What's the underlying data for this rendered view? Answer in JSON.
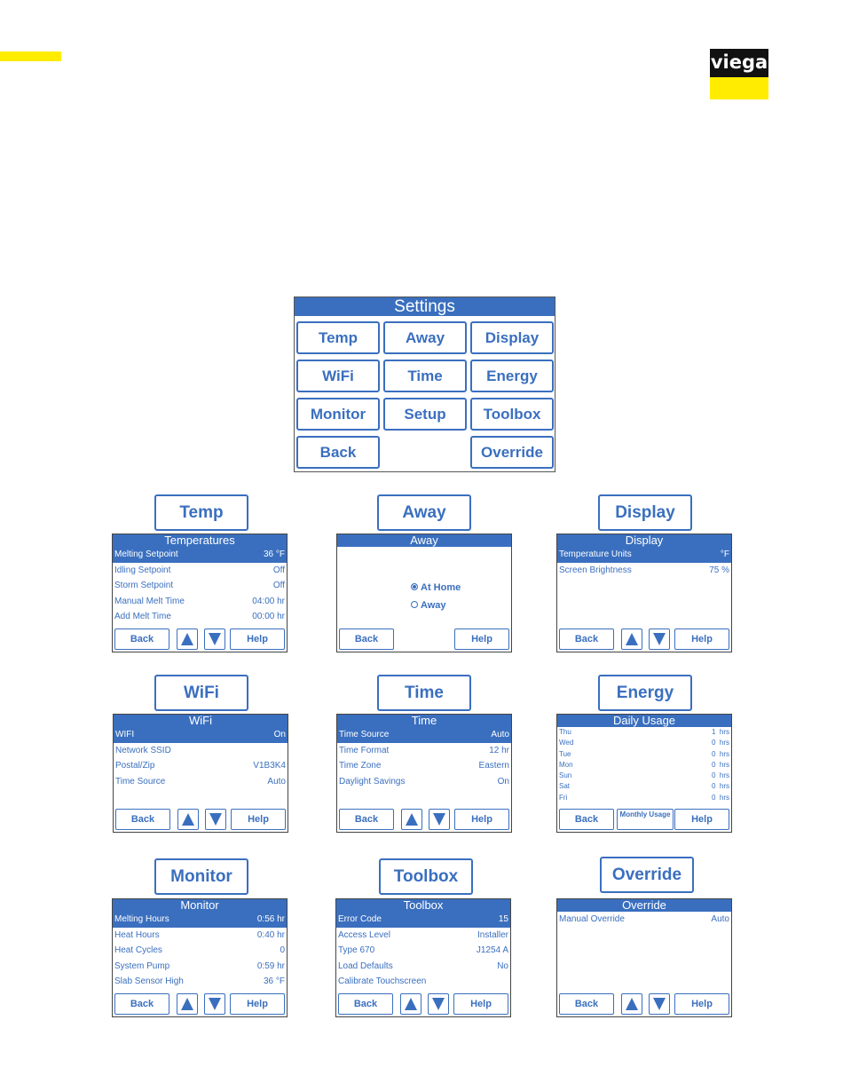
{
  "brand": {
    "logo_text": "viega",
    "accent": "#ffec00",
    "primary": "#3a6fbf"
  },
  "settings": {
    "title": "Settings",
    "buttons": [
      "Temp",
      "Away",
      "Display",
      "WiFi",
      "Time",
      "Energy",
      "Monitor",
      "Setup",
      "Toolbox",
      "Back",
      "Override"
    ]
  },
  "labels": {
    "temp": "Temp",
    "away": "Away",
    "display": "Display",
    "wifi": "WiFi",
    "time": "Time",
    "energy": "Energy",
    "monitor": "Monitor",
    "toolbox": "Toolbox",
    "override": "Override"
  },
  "common": {
    "back": "Back",
    "help": "Help",
    "monthly": "Monthly Usage"
  },
  "temp_screen": {
    "title": "Temperatures",
    "rows": [
      {
        "label": "Melting Setpoint",
        "value": "36 °F"
      },
      {
        "label": "Idling Setpoint",
        "value": "Off"
      },
      {
        "label": "Storm Setpoint",
        "value": "Off"
      },
      {
        "label": "Manual Melt Time",
        "value": "04:00 hr"
      },
      {
        "label": "Add Melt Time",
        "value": "00:00 hr"
      }
    ]
  },
  "away_screen": {
    "title": "Away",
    "option1": "At Home",
    "option2": "Away"
  },
  "display_screen": {
    "title": "Display",
    "rows": [
      {
        "label": "Temperature Units",
        "value": "°F"
      },
      {
        "label": "Screen Brightness",
        "value": "75 %"
      }
    ]
  },
  "wifi_screen": {
    "title": "WiFi",
    "rows": [
      {
        "label": "WIFI",
        "value": "On"
      },
      {
        "label": "Network SSID",
        "value": ""
      },
      {
        "label": "Postal/Zip",
        "value": "V1B3K4"
      },
      {
        "label": "Time Source",
        "value": "Auto"
      }
    ]
  },
  "time_screen": {
    "title": "Time",
    "rows": [
      {
        "label": "Time Source",
        "value": "Auto"
      },
      {
        "label": "Time Format",
        "value": "12 hr"
      },
      {
        "label": "Time Zone",
        "value": "Eastern"
      },
      {
        "label": "Daylight Savings",
        "value": "On"
      }
    ]
  },
  "energy_screen": {
    "title": "Daily Usage",
    "rows": [
      {
        "label": "Thu",
        "value": "1",
        "unit": "hrs"
      },
      {
        "label": "Wed",
        "value": "0",
        "unit": "hrs"
      },
      {
        "label": "Tue",
        "value": "0",
        "unit": "hrs"
      },
      {
        "label": "Mon",
        "value": "0",
        "unit": "hrs"
      },
      {
        "label": "Sun",
        "value": "0",
        "unit": "hrs"
      },
      {
        "label": "Sat",
        "value": "0",
        "unit": "hrs"
      },
      {
        "label": "Fri",
        "value": "0",
        "unit": "hrs"
      }
    ]
  },
  "monitor_screen": {
    "title": "Monitor",
    "rows": [
      {
        "label": "Melting Hours",
        "value": "0:56 hr"
      },
      {
        "label": "Heat Hours",
        "value": "0:40 hr"
      },
      {
        "label": "Heat Cycles",
        "value": "0"
      },
      {
        "label": "System Pump",
        "value": "0:59 hr"
      },
      {
        "label": "Slab Sensor High",
        "value": "36 °F"
      }
    ]
  },
  "toolbox_screen": {
    "title": "Toolbox",
    "rows": [
      {
        "label": "Error Code",
        "value": "15"
      },
      {
        "label": "Access Level",
        "value": "Installer"
      },
      {
        "label": "Type 670",
        "value": "J1254 A"
      },
      {
        "label": "Load Defaults",
        "value": "No"
      },
      {
        "label": "Calibrate Touchscreen",
        "value": ""
      }
    ]
  },
  "override_screen": {
    "title": "Override",
    "rows": [
      {
        "label": "Manual Override",
        "value": "Auto"
      }
    ]
  }
}
